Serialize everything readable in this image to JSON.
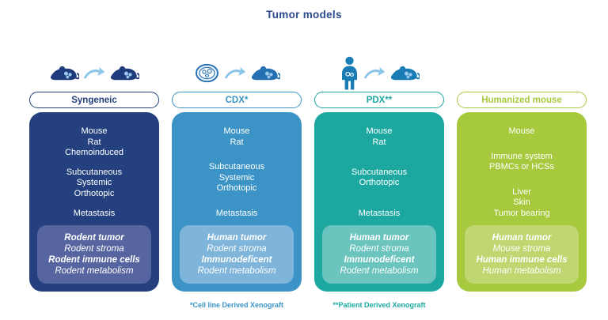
{
  "title": "Tumor models",
  "colors": {
    "title": "#2A4B8F",
    "arrow": "#8CC6EA"
  },
  "columns": [
    {
      "id": "syngeneic",
      "label": "Syngeneic",
      "color": "#24407E",
      "color_light": "#56649F",
      "icon_color": "#1E3C7D",
      "icons": [
        "mouse-icon",
        "arrow-icon",
        "mouse-icon"
      ],
      "groups": [
        [
          "Mouse",
          "Rat",
          "Chemoinduced"
        ],
        [
          "Subcutaneous",
          "Systemic",
          "Orthotopic"
        ],
        [
          "Metastasis"
        ]
      ],
      "highlights": [
        {
          "text": "Rodent tumor",
          "bold": true
        },
        {
          "text": "Rodent stroma",
          "bold": false
        },
        {
          "text": "Rodent immune cells",
          "bold": true
        },
        {
          "text": "Rodent metabolism",
          "bold": false
        }
      ]
    },
    {
      "id": "cdx",
      "label": "CDX*",
      "color": "#3B93C6",
      "color_light": "#7FB5DB",
      "icon_color": "#2470B3",
      "icons": [
        "petri-dish-icon",
        "arrow-icon",
        "mouse-icon"
      ],
      "groups": [
        [
          "Mouse",
          "Rat"
        ],
        [
          "Subcutaneous",
          "Systemic",
          "Orthotopic"
        ],
        [
          "Metastasis"
        ]
      ],
      "highlights": [
        {
          "text": "Human tumor",
          "bold": true
        },
        {
          "text": "Rodent stroma",
          "bold": false
        },
        {
          "text": "Immunodeficent",
          "bold": true
        },
        {
          "text": "Rodent metabolism",
          "bold": false
        }
      ]
    },
    {
      "id": "pdx",
      "label": "PDX**",
      "color": "#1CA8A1",
      "color_light": "#6BC4BD",
      "icon_color": "#1A7CB5",
      "icons": [
        "human-icon",
        "arrow-icon",
        "mouse-icon"
      ],
      "groups": [
        [
          "Mouse",
          "Rat"
        ],
        [
          "Subcutaneous",
          "Orthotopic"
        ],
        [
          "Metastasis"
        ]
      ],
      "highlights": [
        {
          "text": "Human tumor",
          "bold": true
        },
        {
          "text": "Rodent stroma",
          "bold": false
        },
        {
          "text": "Immunodeficent",
          "bold": true
        },
        {
          "text": "Rodent metabolism",
          "bold": false
        }
      ]
    },
    {
      "id": "humanized",
      "label": "Humanized mouse",
      "color": "#A7C93E",
      "color_light": "#C0D671",
      "icon_color": "#A7C93E",
      "icons": [],
      "groups": [
        [
          "Mouse"
        ],
        [
          "Immune system",
          "PBMCs or HCSs"
        ],
        [
          "Liver",
          "Skin",
          "Tumor bearing"
        ]
      ],
      "highlights": [
        {
          "text": "Human tumor",
          "bold": true
        },
        {
          "text": "Mouse stroma",
          "bold": false
        },
        {
          "text": "Human immune cells",
          "bold": true
        },
        {
          "text": "Human metabolism",
          "bold": false
        }
      ]
    }
  ],
  "footnotes": [
    {
      "id": "cdx",
      "text": "*Cell line Derived Xenograft",
      "color": "#3B93C6"
    },
    {
      "id": "pdx",
      "text": "**Patient Derived Xenograft",
      "color": "#1CA8A1"
    }
  ]
}
